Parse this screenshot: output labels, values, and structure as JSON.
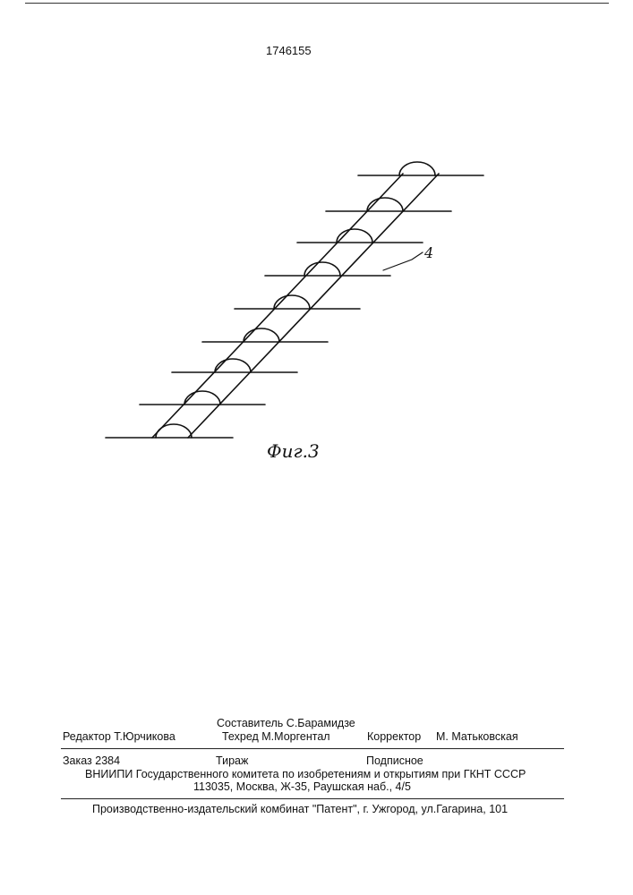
{
  "document": {
    "patent_number": "1746155"
  },
  "figure": {
    "label": "Фиг.3",
    "callout": "4"
  },
  "imprint": {
    "composer": "Составитель С.Барамидзе",
    "editor": "Редактор Т.Юрчикова",
    "techred": "Техред М.Моргентал",
    "corrector_label": "Корректор",
    "corrector_name": "М. Матьковская",
    "order": "Заказ 2384",
    "circulation": "Тираж",
    "subscription": "Подписное",
    "org": "ВНИИПИ Государственного комитета по изобретениям и открытиям при ГКНТ СССР",
    "address": "113035, Москва, Ж-35, Раушская наб., 4/5",
    "publisher": "Производственно-издательский комбинат \"Патент\", г. Ужгород, ул.Гагарина, 101"
  }
}
